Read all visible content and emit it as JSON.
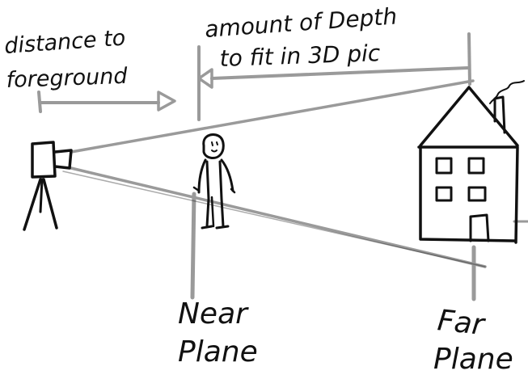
{
  "labels": {
    "distance_line1": "distance to",
    "distance_line2": "foreground",
    "depth_line1": "amount of Depth",
    "depth_line2": "to fit in 3D pic",
    "near_line1": "Near",
    "near_line2": "Plane",
    "far_line1": "Far",
    "far_line2": "Plane"
  },
  "colors": {
    "ink": "#111111",
    "guide": "#9a9a9a",
    "background": "#ffffff"
  }
}
